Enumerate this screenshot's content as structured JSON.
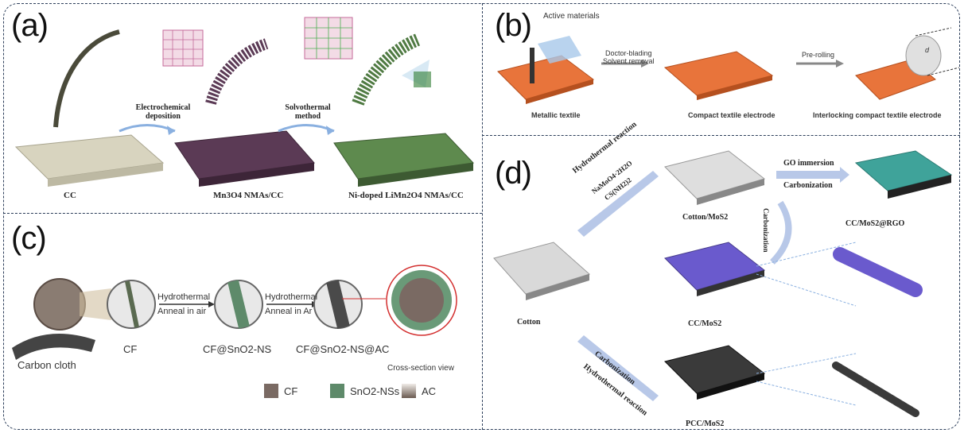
{
  "panels": {
    "a": {
      "label": "(a)",
      "steps": [
        "CC",
        "Mn3O4 NMAs/CC",
        "Ni-doped LiMn2O4 NMAs/CC"
      ],
      "arrows": [
        {
          "line1": "Electrochemical",
          "line2": "deposition"
        },
        {
          "line1": "Solvothermal",
          "line2": "method"
        }
      ],
      "colors": {
        "cc": "#d8d4bf",
        "mn3o4": "#5b3a55",
        "lmo": "#5e8a4e"
      }
    },
    "b": {
      "label": "(b)",
      "active_materials": "Active materials",
      "arrow1": {
        "line1": "Doctor-blading",
        "line2": "Solvent removal"
      },
      "arrow2": "Pre-rolling",
      "steps": [
        "Metallic textile",
        "Compact textile electrode",
        "Interlocking compact textile electrode"
      ],
      "dimension_label": "d",
      "color": "#e8743b"
    },
    "c": {
      "label": "(c)",
      "steps": [
        "Carbon cloth",
        "CF",
        "CF@SnO2-NS",
        "CF@SnO2-NS@AC"
      ],
      "arrow1": {
        "top": "Hydrothermal",
        "bottom": "Anneal in air"
      },
      "arrow2": {
        "top": "Hydrothermal",
        "bottom": "Anneal in Ar"
      },
      "cross_section": "Cross-section view",
      "legend": [
        {
          "label": "CF",
          "color": "#7a6a63"
        },
        {
          "label": "SnO2-NSs",
          "color": "#5e8a6a"
        },
        {
          "label": "AC",
          "color": "#b8b0a8"
        }
      ]
    },
    "d": {
      "label": "(d)",
      "start": "Cotton",
      "upper_arrow": {
        "main": "Hydrothermal reaction",
        "reagents1": "NaMoO4·2H2O",
        "reagents2": "CS(NH2)2"
      },
      "go_arrow": {
        "top": "GO immersion",
        "bottom": "Carbonization"
      },
      "vertical_arrow": "Carbonization",
      "lower_arrow": {
        "top": "Carbonization",
        "bottom": "Hydrothermal reaction"
      },
      "products": [
        "Cotton/MoS2",
        "CC/MoS2@RGO",
        "CC/MoS2",
        "PCC/MoS2"
      ],
      "colors": {
        "cotton": "#d9d9d9",
        "ccmos2": "#6a5acd",
        "rgo": "#3fa39a",
        "pcc": "#3a3a3a"
      }
    }
  }
}
